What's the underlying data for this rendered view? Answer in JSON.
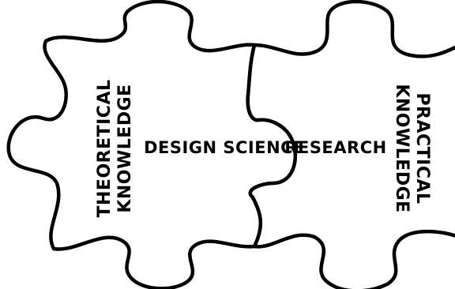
{
  "diagram": {
    "left_piece": {
      "line1": "THEORETICAL",
      "line2": "KNOWLEDGE"
    },
    "center_label": {
      "part1": "DESIGN SCIENCE",
      "part2": "RESEARCH"
    },
    "right_piece": {
      "line1": "PRACTICAL",
      "line2": "KNOWLEDGE"
    }
  },
  "colors": {
    "stroke": "#000000",
    "fill": "#ffffff",
    "background": "#ffffff"
  }
}
